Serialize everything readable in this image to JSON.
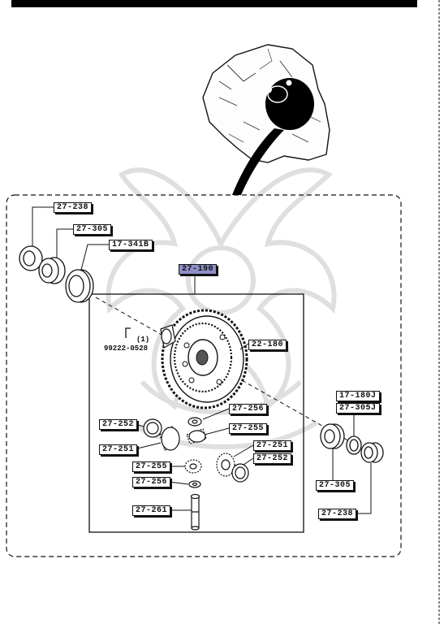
{
  "diagram": {
    "labels": {
      "l_27_238_top": "27-238",
      "l_27_305_top": "27-305",
      "l_17_341b": "17-341B",
      "l_27_190": "27-190",
      "l_22_180": "22-180",
      "l_27_256_a": "27-256",
      "l_27_255_a": "27-255",
      "l_27_252_a": "27-252",
      "l_27_251_a": "27-251",
      "l_27_251_b": "27-251",
      "l_27_252_b": "27-252",
      "l_27_255_b": "27-255",
      "l_27_256_b": "27-256",
      "l_27_261": "27-261",
      "l_17_180j": "17-180J",
      "l_27_305j": "27-305J",
      "l_27_305_bot": "27-305",
      "l_27_238_bot": "27-238"
    },
    "note": {
      "qty": "(1)",
      "part_number": "99222-0528"
    }
  },
  "colors": {
    "ink": "#111111",
    "highlight": "#8f8fc9",
    "watermark": "#d9d9d9"
  }
}
